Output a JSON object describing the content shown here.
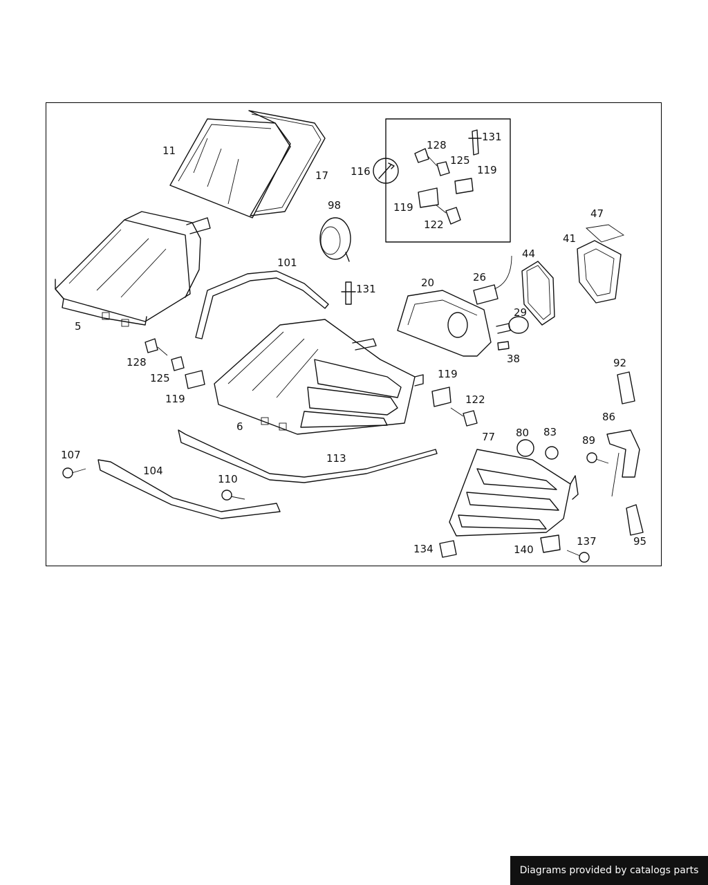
{
  "footer": {
    "credit": "Diagrams provided by catalogs parts"
  },
  "callouts": [
    {
      "id": "c11",
      "text": "11"
    },
    {
      "id": "c17",
      "text": "17"
    },
    {
      "id": "c116",
      "text": "116"
    },
    {
      "id": "c128a",
      "text": "128"
    },
    {
      "id": "c131a",
      "text": "131"
    },
    {
      "id": "c125a",
      "text": "125"
    },
    {
      "id": "c119a",
      "text": "119"
    },
    {
      "id": "c119b",
      "text": "119"
    },
    {
      "id": "c122a",
      "text": "122"
    },
    {
      "id": "c98",
      "text": "98"
    },
    {
      "id": "c47",
      "text": "47"
    },
    {
      "id": "c41",
      "text": "41"
    },
    {
      "id": "c44",
      "text": "44"
    },
    {
      "id": "c101",
      "text": "101"
    },
    {
      "id": "c131b",
      "text": "131"
    },
    {
      "id": "c20",
      "text": "20"
    },
    {
      "id": "c26",
      "text": "26"
    },
    {
      "id": "c29",
      "text": "29"
    },
    {
      "id": "c38",
      "text": "38"
    },
    {
      "id": "c5",
      "text": "5"
    },
    {
      "id": "c128b",
      "text": "128"
    },
    {
      "id": "c125b",
      "text": "125"
    },
    {
      "id": "c119c",
      "text": "119"
    },
    {
      "id": "c6",
      "text": "6"
    },
    {
      "id": "c119d",
      "text": "119"
    },
    {
      "id": "c122b",
      "text": "122"
    },
    {
      "id": "c92",
      "text": "92"
    },
    {
      "id": "c86",
      "text": "86"
    },
    {
      "id": "c77",
      "text": "77"
    },
    {
      "id": "c80",
      "text": "80"
    },
    {
      "id": "c83",
      "text": "83"
    },
    {
      "id": "c89",
      "text": "89"
    },
    {
      "id": "c107",
      "text": "107"
    },
    {
      "id": "c104",
      "text": "104"
    },
    {
      "id": "c113",
      "text": "113"
    },
    {
      "id": "c110",
      "text": "110"
    },
    {
      "id": "c134",
      "text": "134"
    },
    {
      "id": "c140",
      "text": "140"
    },
    {
      "id": "c137",
      "text": "137"
    },
    {
      "id": "c95",
      "text": "95"
    }
  ]
}
